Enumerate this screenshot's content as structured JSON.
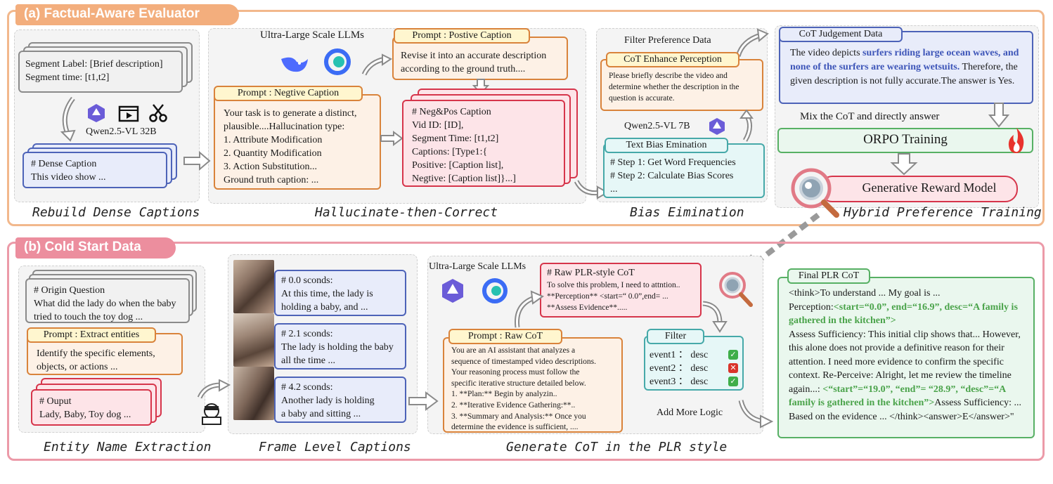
{
  "panel_a": {
    "title": "(a) Factual-Aware Evaluator",
    "stages": [
      "Rebuild Dense Captions",
      "Hallucinate-then-Correct",
      "Bias Eimination",
      "Hybrid Preference Training"
    ],
    "segment": {
      "line1": "Segment Label: [Brief description]",
      "line2": "Segment time: [t1,t2]"
    },
    "model1": "Qwen2.5-VL 32B",
    "dense": {
      "title": "# Dense Caption",
      "text": "This  video show ..."
    },
    "llm_label": "Ultra-Large Scale LLMs",
    "neg_prompt": {
      "tag": "Prompt :  Negtive Caption",
      "lines": [
        "Your task is to generate a distinct,",
        "plausible....Hallucination type:",
        "1. Attribute Modification",
        "2. Quantity Modification",
        "3. Action Substitution...",
        "Ground truth caption:  ..."
      ]
    },
    "pos_prompt": {
      "tag": "Prompt :  Postive Caption",
      "lines": [
        "Revise it into an accurate description",
        "according to the ground truth...."
      ]
    },
    "negpos": {
      "lines": [
        "#  Neg&Pos Caption",
        "Vid ID: [ID],",
        "Segment Time: [t1,t2]",
        "Captions: [Type1:{",
        "Positive: [Caption list],",
        "Negtive: [Caption list]}...]"
      ]
    },
    "filter_label": "Filter Preference Data",
    "cot_enh": {
      "tag": "CoT Enhance Perception",
      "lines": [
        "Please briefly describe the video and",
        "determine whether the description in the",
        "question is accurate."
      ]
    },
    "model2": "Qwen2.5-VL 7B",
    "text_bias": {
      "tag": "Text Bias Emination",
      "lines": [
        "# Step 1: Get Word Frequencies",
        "# Step 2: Calculate Bias Scores",
        "  ..."
      ]
    },
    "judge": {
      "tag": "CoT Judgement Data",
      "pre": "The video depicts ",
      "bold": "surfers riding large ocean waves, and none of the surfers are wearing wetsuits.",
      "post": " Therefore, the given description is not fully accurate.The answer is Yes."
    },
    "mix_label": "Mix the CoT and directly answer",
    "orpo": "ORPO Training",
    "grm": "Generative Reward Model"
  },
  "panel_b": {
    "title": "(b) Cold Start Data",
    "stages": [
      "Entity Name Extraction",
      "Frame Level Captions",
      "Generate CoT in the PLR style"
    ],
    "question": {
      "title": "# Origin Question",
      "lines": [
        "What did the lady do when the baby",
        "tried to touch the toy dog ..."
      ]
    },
    "extract": {
      "tag": "Prompt : Extract entities",
      "lines": [
        "Identify the specific elements,",
        "objects, or actions ..."
      ]
    },
    "output": {
      "title": "# Ouput",
      "text": "Lady, Baby, Toy dog ..."
    },
    "frames": [
      {
        "title": "# 0.0 sconds:",
        "lines": [
          "At this time, the lady is",
          "holding a baby, and ..."
        ]
      },
      {
        "title": "# 2.1 sconds:",
        "lines": [
          "The lady is holding the baby",
          "all the time  ..."
        ]
      },
      {
        "title": "# 4.2 sconds:",
        "lines": [
          "Another lady is holding",
          "a baby and sitting  ..."
        ]
      }
    ],
    "llm_label": "Ultra-Large Scale LLMs",
    "raw_plr": {
      "title": "#  Raw PLR-style CoT",
      "lines": [
        "To solve this problem, I need to attntion..",
        "**Perception** <start=“ 0.0”,end= ...",
        "**Assess Evidence**....."
      ]
    },
    "raw_prompt": {
      "tag": "Prompt :  Raw CoT",
      "lines": [
        "You are an AI assistant that analyzes a",
        "sequence of timestamped video descriptions.",
        "Your reasoning process must follow the",
        "specific iterative structure detailed below.",
        "1.  **Plan:**   Begin by analyzin..",
        "2.  **Iterative Evidence Gathering:**..",
        "3.  **Summary and Analysis:** Once you",
        "determine the evidence is sufficient, ...."
      ]
    },
    "filter": {
      "tag": "Filter",
      "events": [
        {
          "label": "event1 ： desc",
          "status": "ok"
        },
        {
          "label": "event2 ： desc",
          "status": "bad"
        },
        {
          "label": "event3 ： desc",
          "status": "ok"
        }
      ]
    },
    "more_logic": "Add More Logic",
    "final": {
      "tag": "Final PLR CoT",
      "l1": " <think>To understand ... My goal is ...",
      "l2a": "Perception:",
      "l2b": "<start=“0.0”,  end=“16.9”, desc=“A family is gathered in the kitchen”>",
      "l3": "Assess Sufficiency: This initial clip shows that... However, this alone does not provide a definitive reason for their attention. I need more evidence to confirm the specific context. Re-Perceive: Alright, let me review the timeline again...: ",
      "l4b": "<“start”=“19.0”, “end”= “28.9”, “desc”=“A family is gathered in the kitchen”>",
      "l5": "Assess Sufficiency: ... Based on the evidence ... </think><answer>E</answer>\""
    }
  },
  "colors": {
    "panel_a": "#f2b88c",
    "panel_b": "#ec9aa8",
    "title_a": "#f3ae7d",
    "title_b": "#ec8e9e"
  }
}
